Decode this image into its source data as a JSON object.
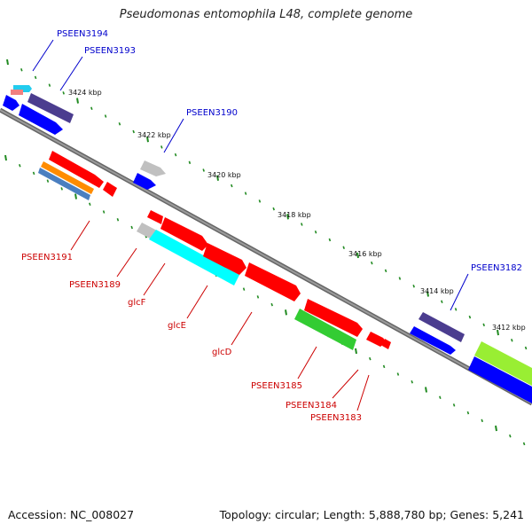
{
  "title": "Pseudomonas entomophila L48, complete genome",
  "footer": {
    "accession": "Accession: NC_008027",
    "summary": "Topology: circular; Length: 5,888,780 bp; Genes: 5,241"
  },
  "ticks": [
    "3424 kbp",
    "3422 kbp",
    "3420 kbp",
    "3418 kbp",
    "3416 kbp",
    "3414 kbp",
    "3412 kbp"
  ],
  "gene_labels": {
    "outer": [
      "PSEEN3194",
      "PSEEN3193",
      "PSEEN3190",
      "PSEEN3182"
    ],
    "inner": [
      "PSEEN3191",
      "PSEEN3189",
      "glcF",
      "glcE",
      "glcD",
      "PSEEN3185",
      "PSEEN3184",
      "PSEEN3183"
    ]
  },
  "colors": {
    "backbone": "#808080",
    "tick_dots": "#228b22",
    "outer_label": "#0000cc",
    "inner_label": "#cc0000",
    "red": "#ff0000",
    "blue": "#0000ff",
    "navy": "#4b3d8f",
    "cyan": "#00ffff",
    "green": "#33cc33",
    "lime": "#99ee33",
    "orange": "#ff8c00",
    "steelblue": "#4a7fc0",
    "grey": "#c0c0c0",
    "pink": "#f08080"
  }
}
